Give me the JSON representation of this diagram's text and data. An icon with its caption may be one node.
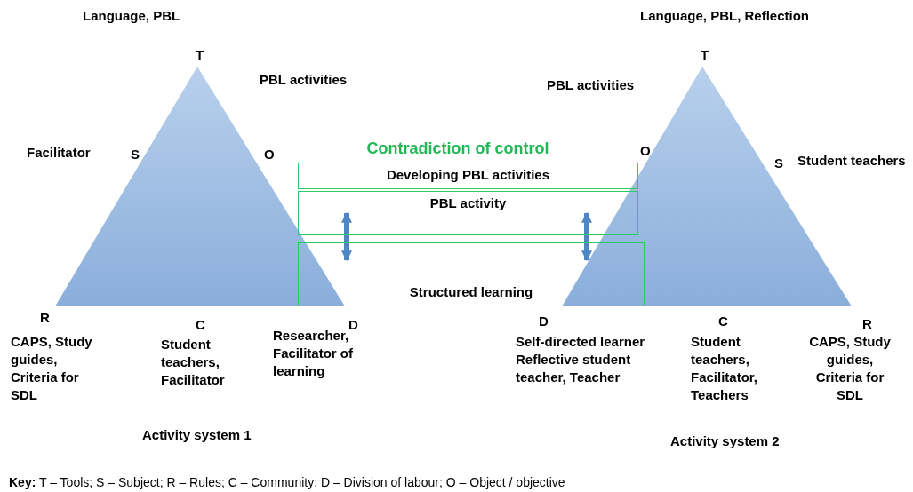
{
  "diagram": {
    "nodes": [
      {
        "text": [
          "Developing PBL activities"
        ]
      },
      {
        "text": [
          "PBL activity"
        ]
      },
      {
        "text": [
          "Structured learning"
        ]
      }
    ],
    "edges": [
      {
        "from": 1,
        "to": 2,
        "arrow": "both"
      },
      {
        "from": 1,
        "to": 2,
        "arrow": "both"
      }
    ],
    "labels": [
      "Language, PBL",
      "Language, PBL, Reflection",
      "T",
      "T",
      "PBL activities",
      "PBL activities",
      "Facilitator",
      "S",
      "O",
      "Contradiction of control",
      "O",
      "S",
      "Student teachers",
      "R",
      "C",
      "D",
      "D",
      "C",
      "R",
      "CAPS, Study guides, Criteria for SDL",
      "Student teachers, Facilitator",
      "Researcher, Facilitator of learning",
      "Self-directed learner Reflective student teacher, Teacher",
      "Student teachers, Facilitator, Teachers",
      "CAPS, Study guides, Criteria for SDL",
      "Activity system 1",
      "Activity system 2",
      "**Key:** T – Tools; S – Subject; R – Rules; C – Community; D – Division of labour; O – Object / objective"
    ]
  }
}
